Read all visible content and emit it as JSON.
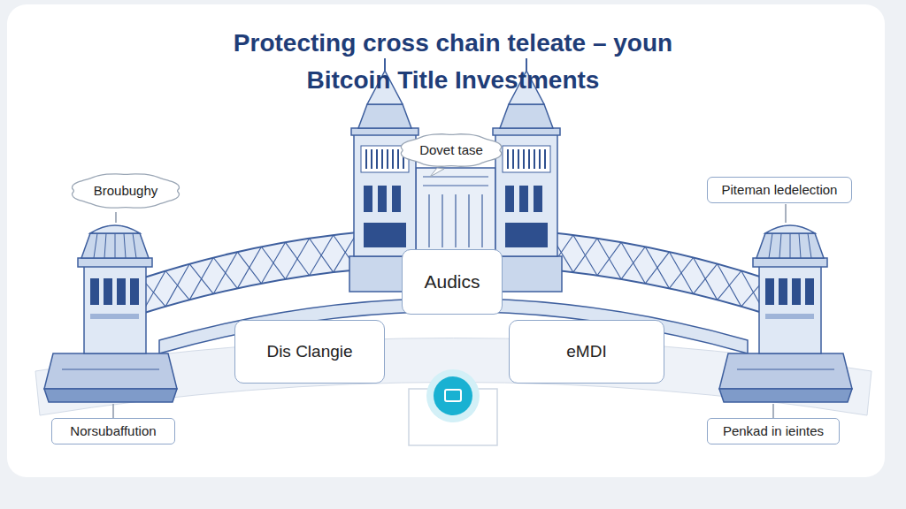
{
  "diagram": {
    "title": "Protecting cross chain teleate – youn Bitcoin Title Investments",
    "nodes": [
      {
        "text": [
          "Dovet tase"
        ]
      },
      {
        "text": [
          "Broubughy"
        ]
      },
      {
        "text": [
          "Piteman ledelection"
        ]
      },
      {
        "text": [
          "Audics"
        ]
      },
      {
        "text": [
          "Dis Clangie"
        ]
      },
      {
        "text": [
          "eMDI"
        ]
      },
      {
        "text": [
          "Norsubaffution"
        ]
      },
      {
        "text": [
          "Penkad in ieintes"
        ]
      }
    ]
  }
}
